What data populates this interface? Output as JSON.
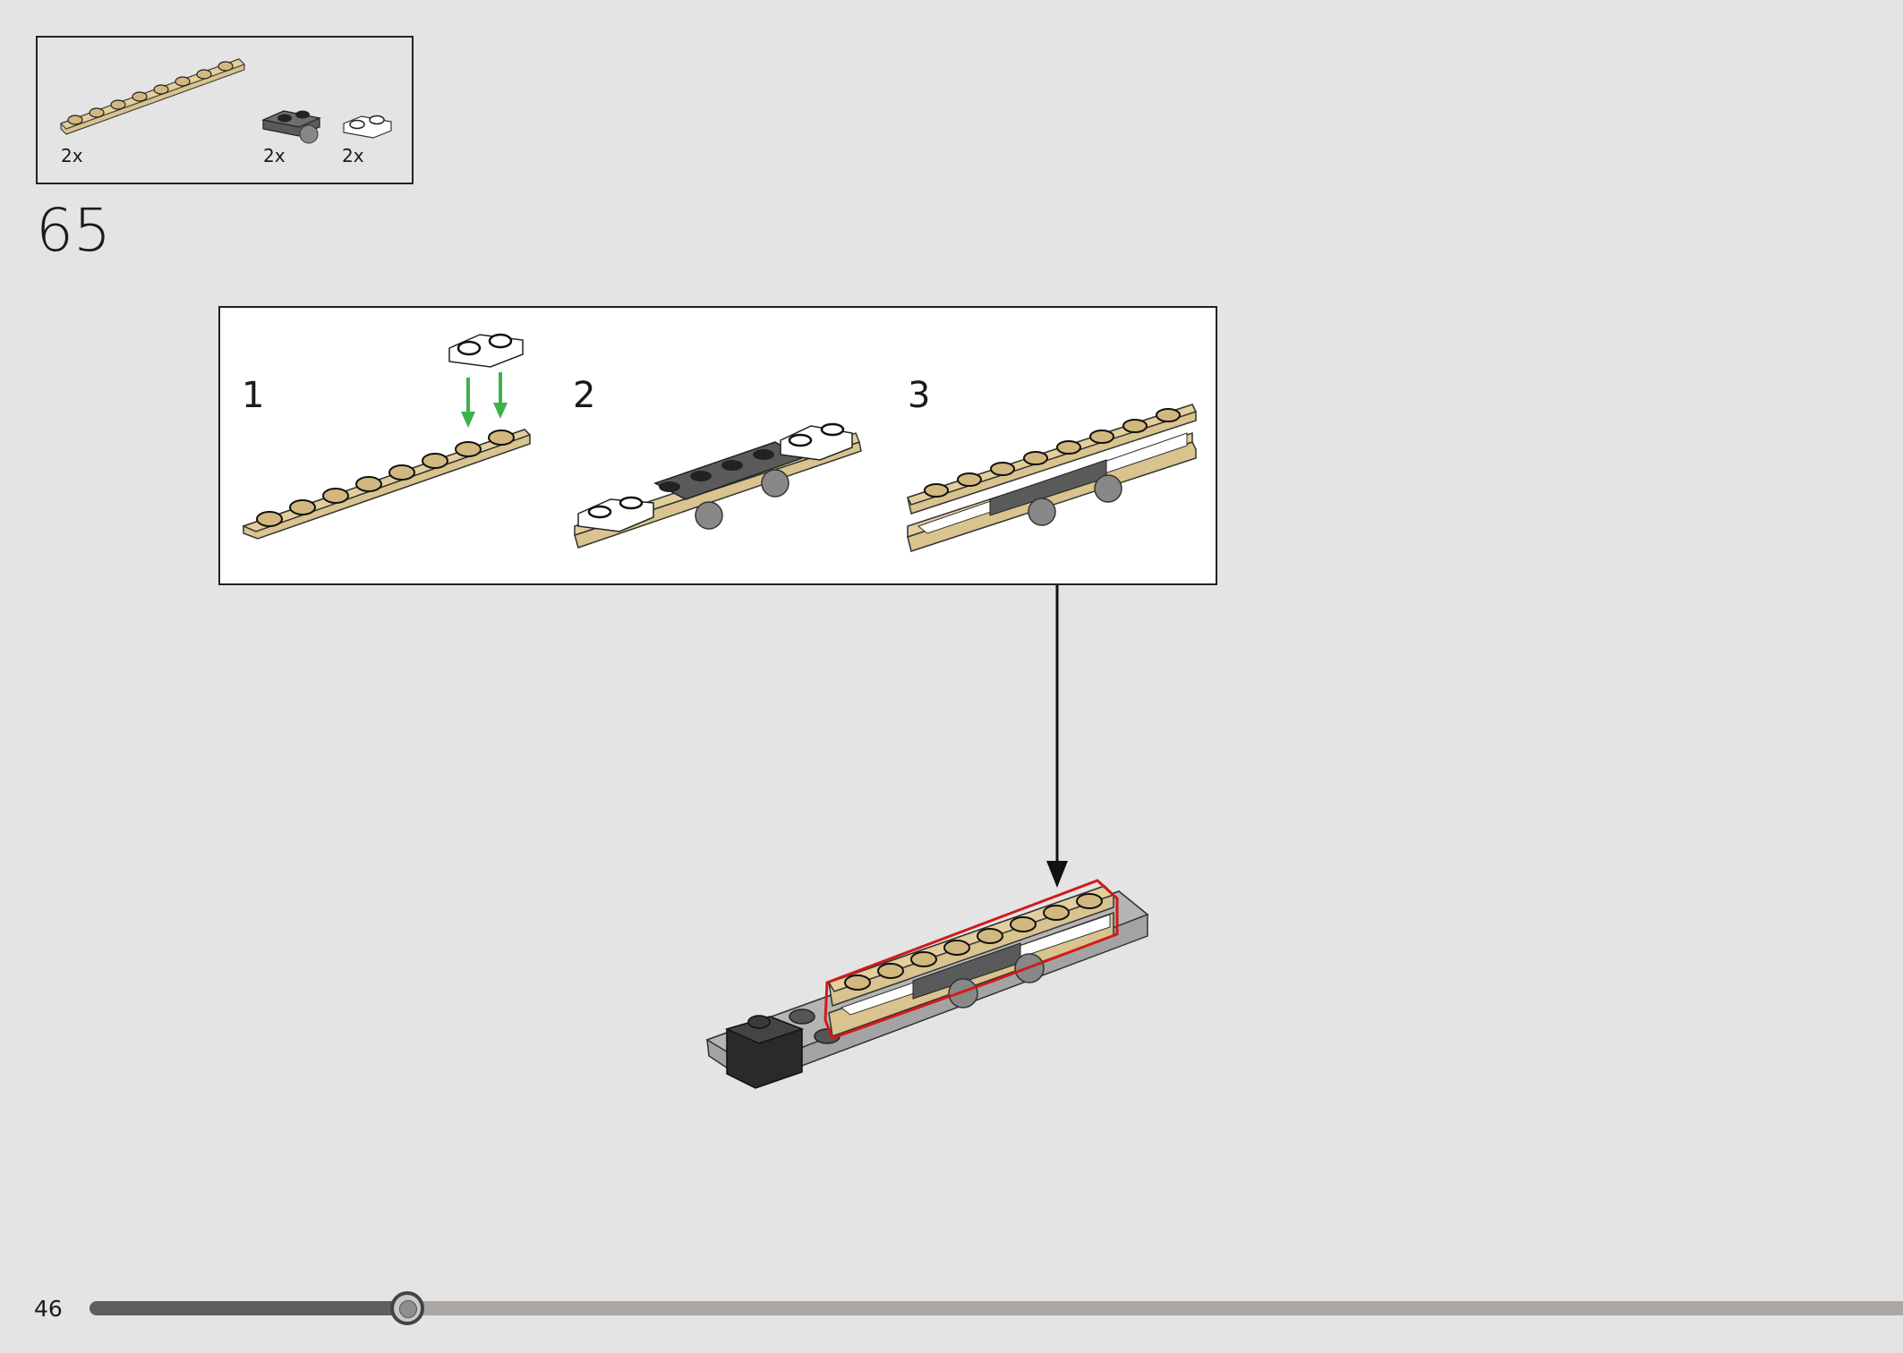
{
  "parts_list": {
    "items": [
      {
        "name": "tan-1x8-plate",
        "color": "#d9c38e",
        "quantity": "2x"
      },
      {
        "name": "dark-gray-plate-with-ball",
        "color": "#5a5a5a",
        "quantity": "2x"
      },
      {
        "name": "white-1x2-plate-rounded",
        "color": "#ffffff",
        "quantity": "2x"
      }
    ]
  },
  "step": {
    "number": "65"
  },
  "sub_steps": [
    {
      "label": "1"
    },
    {
      "label": "2"
    },
    {
      "label": "3"
    }
  ],
  "colors": {
    "tan": "#d9c38e",
    "dark_gray": "#5a5a5a",
    "light_gray": "#a3a3a3",
    "arrow_green": "#3db24a",
    "highlight_red": "#d21a1a",
    "background": "#e4e4e4"
  },
  "footer": {
    "page_number": "46",
    "progress": 0.175
  }
}
